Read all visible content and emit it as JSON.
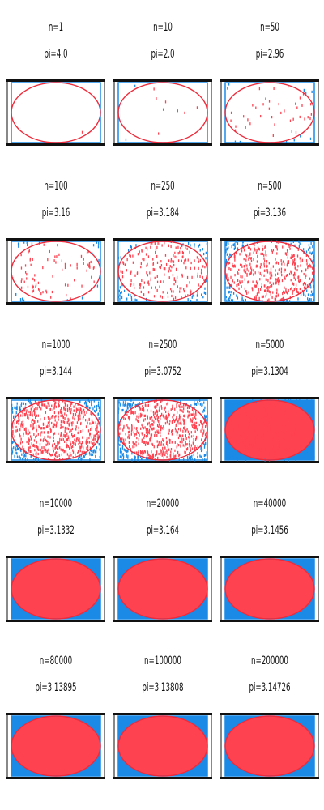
{
  "colors": {
    "inside": "#ff4250",
    "outside": "#1a8ae6",
    "circle": "#ee2b3b",
    "background": "#ffffff",
    "frame": "#111111"
  },
  "chart_data": [
    {
      "type": "scatter",
      "n_label": "n=1",
      "pi_label": "pi=4.0",
      "n": 1,
      "pi": 4.0
    },
    {
      "type": "scatter",
      "n_label": "n=10",
      "pi_label": "pi=2.0",
      "n": 10,
      "pi": 2.0
    },
    {
      "type": "scatter",
      "n_label": "n=50",
      "pi_label": "pi=2.96",
      "n": 50,
      "pi": 2.96
    },
    {
      "type": "scatter",
      "n_label": "n=100",
      "pi_label": "pi=3.16",
      "n": 100,
      "pi": 3.16
    },
    {
      "type": "scatter",
      "n_label": "n=250",
      "pi_label": "pi=3.184",
      "n": 250,
      "pi": 3.184
    },
    {
      "type": "scatter",
      "n_label": "n=500",
      "pi_label": "pi=3.136",
      "n": 500,
      "pi": 3.136
    },
    {
      "type": "scatter",
      "n_label": "n=1000",
      "pi_label": "pi=3.144",
      "n": 1000,
      "pi": 3.144
    },
    {
      "type": "scatter",
      "n_label": "n=2500",
      "pi_label": "pi=3.0752",
      "n": 2500,
      "pi": 3.0752
    },
    {
      "type": "scatter",
      "n_label": "n=5000",
      "pi_label": "pi=3.1304",
      "n": 5000,
      "pi": 3.1304
    },
    {
      "type": "scatter",
      "n_label": "n=10000",
      "pi_label": "pi=3.1332",
      "n": 10000,
      "pi": 3.1332
    },
    {
      "type": "scatter",
      "n_label": "n=20000",
      "pi_label": "pi=3.164",
      "n": 20000,
      "pi": 3.164
    },
    {
      "type": "scatter",
      "n_label": "n=40000",
      "pi_label": "pi=3.1456",
      "n": 40000,
      "pi": 3.1456
    },
    {
      "type": "scatter",
      "n_label": "n=80000",
      "pi_label": "pi=3.13895",
      "n": 80000,
      "pi": 3.13895
    },
    {
      "type": "scatter",
      "n_label": "n=100000",
      "pi_label": "pi=3.13808",
      "n": 100000,
      "pi": 3.13808
    },
    {
      "type": "scatter",
      "n_label": "n=200000",
      "pi_label": "pi=3.14726",
      "n": 200000,
      "pi": 3.14726
    }
  ]
}
